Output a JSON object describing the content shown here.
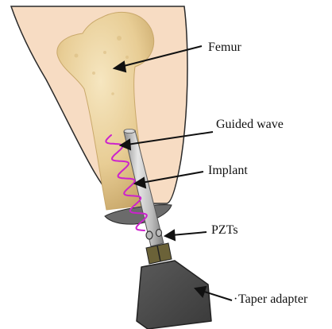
{
  "labels": {
    "femur": "Femur",
    "guided_wave": "Guided wave",
    "implant": "Implant",
    "pzts": "PZTs",
    "taper_adapter": "Taper adapter",
    "taper_adapter_prefix": "·"
  },
  "colors": {
    "thigh_fill": "#f7dcc3",
    "thigh_stroke": "#2a2a2a",
    "bone_fill": "#ecd29e",
    "bone_shade": "#c9a86a",
    "implant_fill": "#c9c9c9",
    "wave": "#cc22cc",
    "adapter": "#4a4a4a",
    "connector": "#6b6238"
  }
}
